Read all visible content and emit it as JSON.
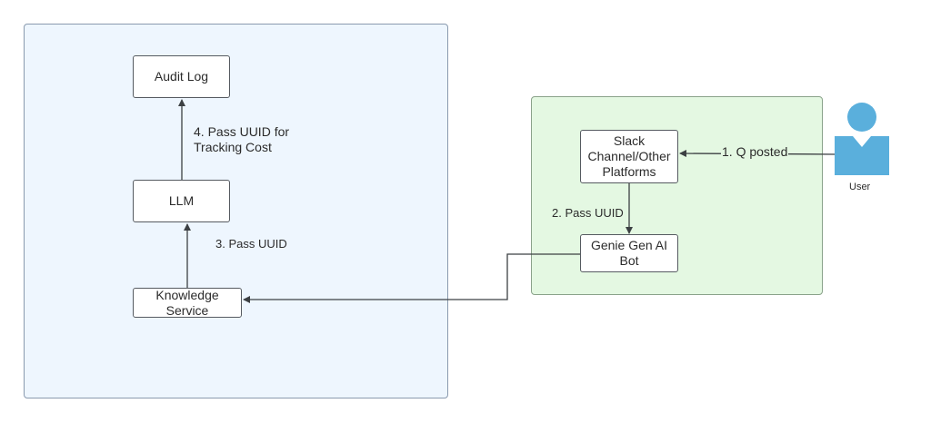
{
  "nodes": {
    "audit_log": "Audit Log",
    "llm": "LLM",
    "knowledge_service": "Knowledge\nService",
    "slack": "Slack\nChannel/Other\nPlatforms",
    "genie_bot": "Genie Gen AI\nBot"
  },
  "edges": {
    "q_posted": "1. Q posted",
    "pass_uuid_2": "2. Pass UUID",
    "pass_uuid_3": "3. Pass UUID",
    "pass_uuid_4": "4. Pass UUID for\nTracking Cost"
  },
  "user": {
    "label": "User",
    "icon": "user-icon",
    "color": "#5aafdc"
  },
  "colors": {
    "backend_region": "#eef6fe",
    "frontend_region": "#e4f8e2",
    "line": "#3c4043"
  }
}
